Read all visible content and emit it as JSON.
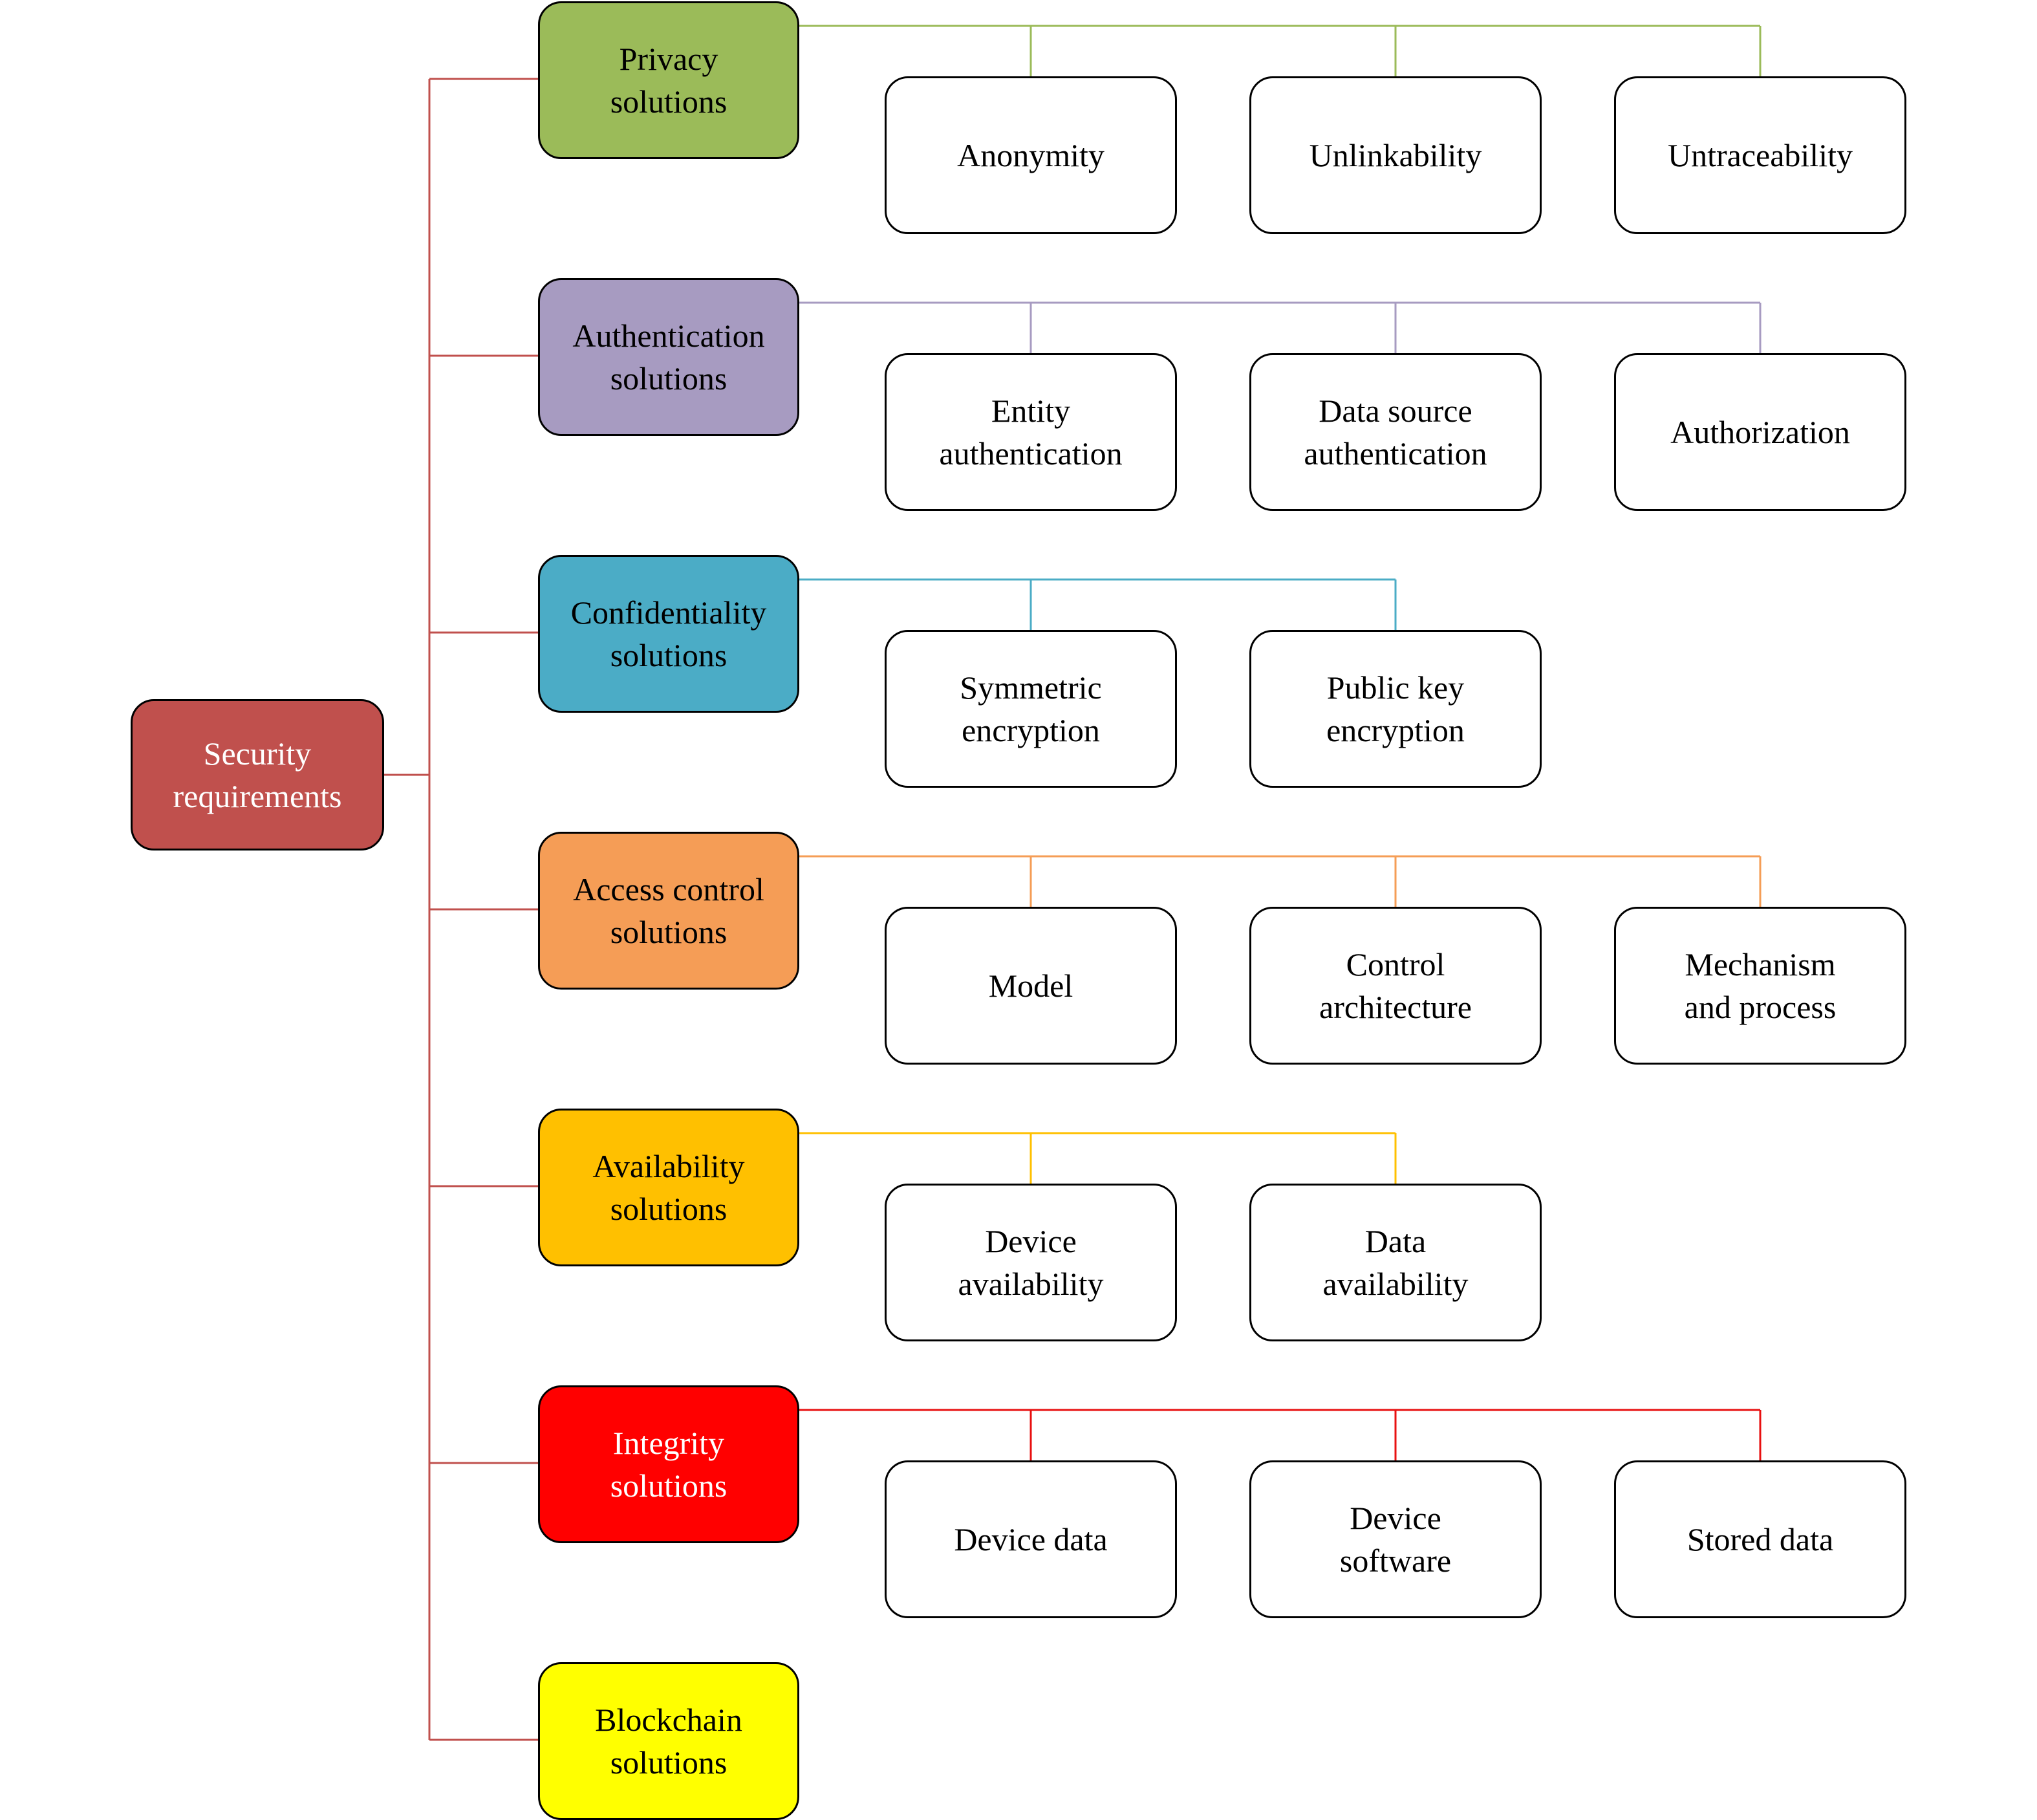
{
  "root": {
    "label": "Security\nrequirements",
    "color": "#c0504d",
    "text_color": "#ffffff"
  },
  "categories": [
    {
      "label": "Privacy\nsolutions",
      "color": "#9bbb59",
      "text_color": "#000000",
      "line_color": "#9bbb59",
      "children": [
        "Anonymity",
        "Unlinkability",
        "Untraceability"
      ]
    },
    {
      "label": "Authentication\nsolutions",
      "color": "#a79bc1",
      "text_color": "#000000",
      "line_color": "#a79bc1",
      "children": [
        "Entity\nauthentication",
        "Data source\nauthentication",
        "Authorization"
      ]
    },
    {
      "label": "Confidentiality\nsolutions",
      "color": "#4bacc6",
      "text_color": "#000000",
      "line_color": "#4bacc6",
      "children": [
        "Symmetric\nencryption",
        "Public key\nencryption"
      ]
    },
    {
      "label": "Access control\nsolutions",
      "color": "#f59d56",
      "text_color": "#000000",
      "line_color": "#f59d56",
      "children": [
        "Model",
        "Control\narchitecture",
        "Mechanism\nand process"
      ]
    },
    {
      "label": "Availability\nsolutions",
      "color": "#ffc000",
      "text_color": "#000000",
      "line_color": "#ffc000",
      "children": [
        "Device\navailability",
        "Data\navailability"
      ]
    },
    {
      "label": "Integrity\nsolutions",
      "color": "#ff0000",
      "text_color": "#ffffff",
      "line_color": "#e81010",
      "children": [
        "Device data",
        "Device\nsoftware",
        "Stored data"
      ]
    },
    {
      "label": "Blockchain\nsolutions",
      "color": "#ffff00",
      "text_color": "#000000",
      "line_color": "#ffff00",
      "children": []
    }
  ],
  "trunk_color": "#c0504d"
}
